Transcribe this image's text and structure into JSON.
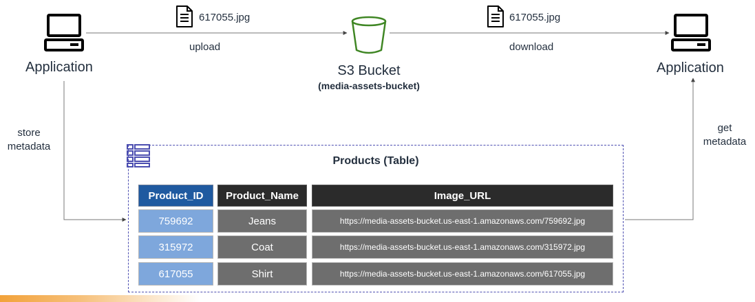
{
  "left_app": {
    "label": "Application"
  },
  "right_app": {
    "label": "Application"
  },
  "bucket": {
    "label": "S3 Bucket",
    "sublabel": "(media-assets-bucket)",
    "color": "#3f8624"
  },
  "upload": {
    "file": "617055.jpg",
    "action": "upload"
  },
  "download": {
    "file": "617055.jpg",
    "action": "download"
  },
  "store_metadata": {
    "line1": "store",
    "line2": "metadata"
  },
  "get_metadata": {
    "line1": "get",
    "line2": "metadata"
  },
  "table": {
    "title": "Products (Table)",
    "icon_color": "#4b4db0",
    "headers": [
      "Product_ID",
      "Product_Name",
      "Image_URL"
    ],
    "rows": [
      [
        "759692",
        "Jeans",
        "https://media-assets-bucket.us-east-1.amazonaws.com/759692.jpg"
      ],
      [
        "315972",
        "Coat",
        "https://media-assets-bucket.us-east-1.amazonaws.com/315972.jpg"
      ],
      [
        "617055",
        "Shirt",
        "https://media-assets-bucket.us-east-1.amazonaws.com/617055.jpg"
      ]
    ]
  }
}
